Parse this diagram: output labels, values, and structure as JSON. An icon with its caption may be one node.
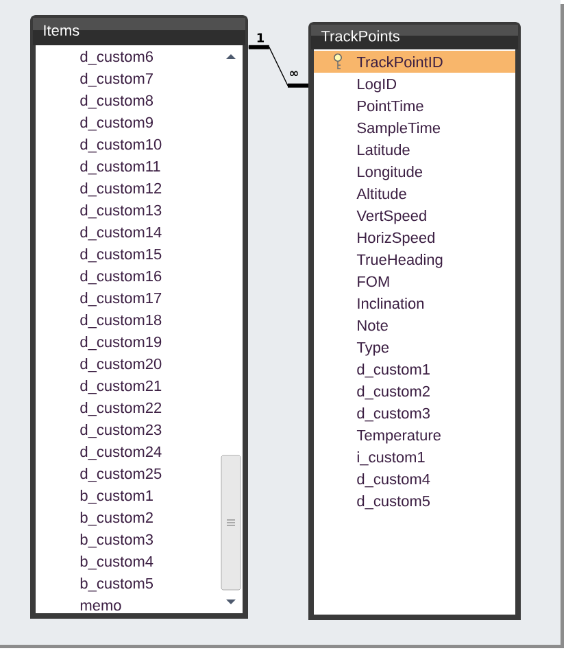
{
  "diagram": {
    "nodes": [
      {
        "text": [
          "Items"
        ]
      },
      {
        "text": [
          "d_custom6"
        ],
        "in": 0
      },
      {
        "text": [
          "d_custom7"
        ],
        "in": 0
      },
      {
        "text": [
          "d_custom8"
        ],
        "in": 0
      },
      {
        "text": [
          "d_custom9"
        ],
        "in": 0
      },
      {
        "text": [
          "d_custom10"
        ],
        "in": 0
      },
      {
        "text": [
          "d_custom11"
        ],
        "in": 0
      },
      {
        "text": [
          "d_custom12"
        ],
        "in": 0
      },
      {
        "text": [
          "d_custom13"
        ],
        "in": 0
      },
      {
        "text": [
          "d_custom14"
        ],
        "in": 0
      },
      {
        "text": [
          "d_custom15"
        ],
        "in": 0
      },
      {
        "text": [
          "d_custom16"
        ],
        "in": 0
      },
      {
        "text": [
          "d_custom17"
        ],
        "in": 0
      },
      {
        "text": [
          "d_custom18"
        ],
        "in": 0
      },
      {
        "text": [
          "d_custom19"
        ],
        "in": 0
      },
      {
        "text": [
          "d_custom20"
        ],
        "in": 0
      },
      {
        "text": [
          "d_custom21"
        ],
        "in": 0
      },
      {
        "text": [
          "d_custom22"
        ],
        "in": 0
      },
      {
        "text": [
          "d_custom23"
        ],
        "in": 0
      },
      {
        "text": [
          "d_custom24"
        ],
        "in": 0
      },
      {
        "text": [
          "d_custom25"
        ],
        "in": 0
      },
      {
        "text": [
          "b_custom1"
        ],
        "in": 0
      },
      {
        "text": [
          "b_custom2"
        ],
        "in": 0
      },
      {
        "text": [
          "b_custom3"
        ],
        "in": 0
      },
      {
        "text": [
          "b_custom4"
        ],
        "in": 0
      },
      {
        "text": [
          "b_custom5"
        ],
        "in": 0
      },
      {
        "text": [
          "memo"
        ],
        "in": 0
      },
      {
        "text": [
          "TrackPoints"
        ]
      },
      {
        "text": [
          "TrackPointID"
        ],
        "in": 27
      },
      {
        "text": [
          "LogID"
        ],
        "in": 27
      },
      {
        "text": [
          "PointTime"
        ],
        "in": 27
      },
      {
        "text": [
          "SampleTime"
        ],
        "in": 27
      },
      {
        "text": [
          "Latitude"
        ],
        "in": 27
      },
      {
        "text": [
          "Longitude"
        ],
        "in": 27
      },
      {
        "text": [
          "Altitude"
        ],
        "in": 27
      },
      {
        "text": [
          "VertSpeed"
        ],
        "in": 27
      },
      {
        "text": [
          "HorizSpeed"
        ],
        "in": 27
      },
      {
        "text": [
          "TrueHeading"
        ],
        "in": 27
      },
      {
        "text": [
          "FOM"
        ],
        "in": 27
      },
      {
        "text": [
          "Inclination"
        ],
        "in": 27
      },
      {
        "text": [
          "Note"
        ],
        "in": 27
      },
      {
        "text": [
          "Type"
        ],
        "in": 27
      },
      {
        "text": [
          "d_custom1"
        ],
        "in": 27
      },
      {
        "text": [
          "d_custom2"
        ],
        "in": 27
      },
      {
        "text": [
          "d_custom3"
        ],
        "in": 27
      },
      {
        "text": [
          "Temperature"
        ],
        "in": 27
      },
      {
        "text": [
          "i_custom1"
        ],
        "in": 27
      },
      {
        "text": [
          "d_custom4"
        ],
        "in": 27
      },
      {
        "text": [
          "d_custom5"
        ],
        "in": 27
      }
    ],
    "edges": [
      {
        "from": 0,
        "to": 27,
        "arrow": "none"
      }
    ],
    "labels": [
      "1",
      "∞"
    ]
  }
}
